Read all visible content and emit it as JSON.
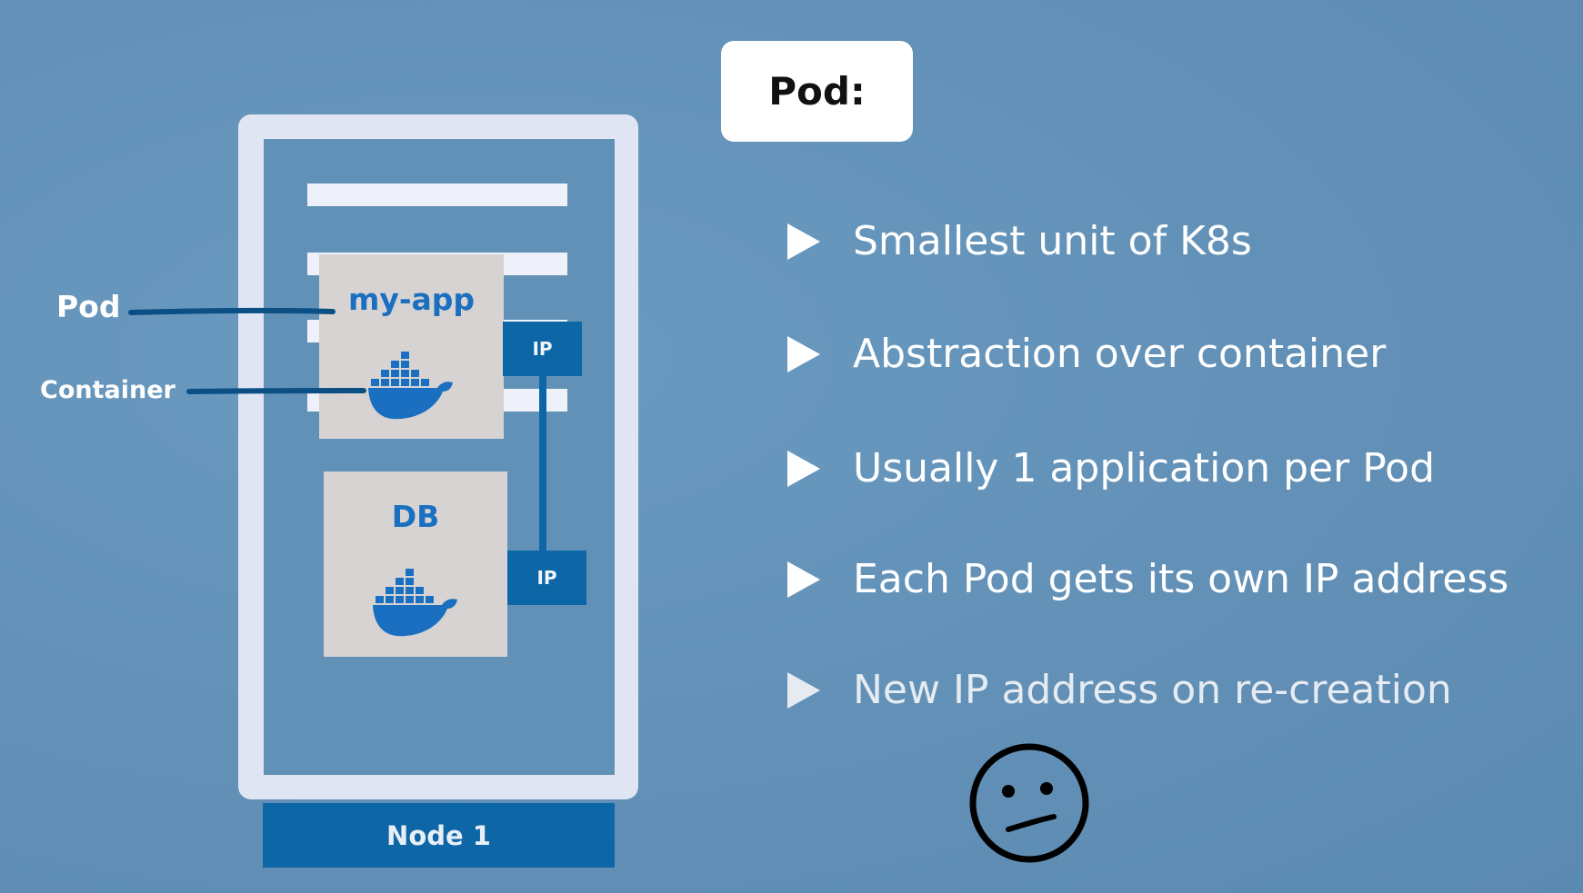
{
  "title": "Pod:",
  "diagram": {
    "node_label": "Node 1",
    "pods": [
      {
        "name": "my-app",
        "ip_label": "IP"
      },
      {
        "name": "DB",
        "ip_label": "IP"
      }
    ],
    "labels": {
      "pod": "Pod",
      "container": "Container"
    },
    "colors": {
      "background": "#6593b9",
      "accent": "#0d66a6",
      "pod_fill": "#d6d3d2",
      "pod_text": "#1a6fc0"
    },
    "icons": [
      "docker-whale-icon",
      "confused-face-icon"
    ]
  },
  "bullets": [
    "Smallest unit of K8s",
    "Abstraction over container",
    "Usually 1 application per Pod",
    "Each Pod gets its own IP address",
    "New IP address on re-creation"
  ]
}
